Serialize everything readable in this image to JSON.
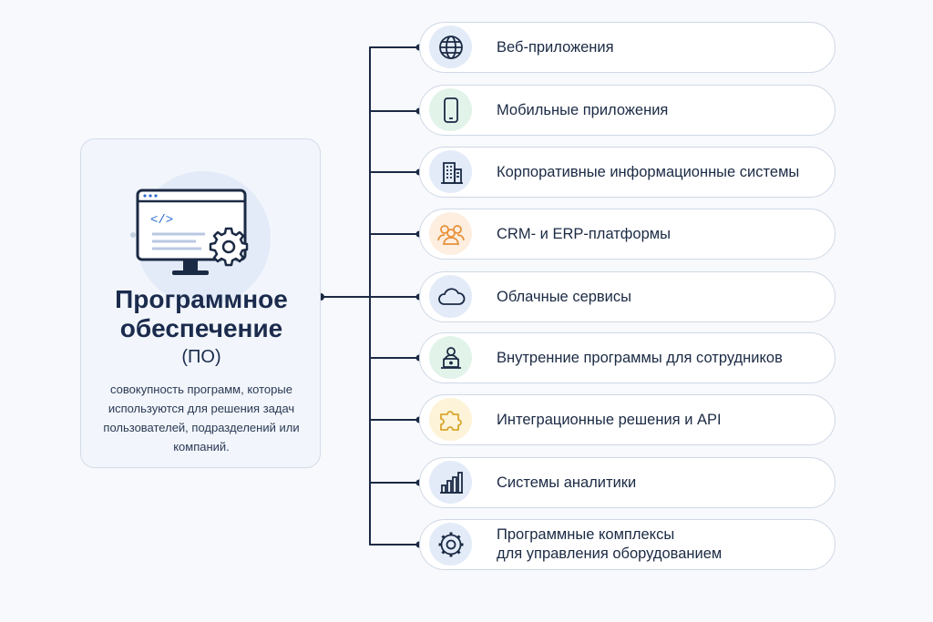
{
  "main_card": {
    "title_line1": "Программное",
    "title_line2": "обеспечение",
    "abbreviation": "(ПО)",
    "description": "совокупность программ, которые используются для решения задач пользователей, подразделений или компаний.",
    "icon": "monitor-code-gear-icon"
  },
  "items": [
    {
      "label": "Веб-приложения",
      "icon": "globe-icon",
      "color": "#e3ebf8"
    },
    {
      "label": "Мобильные приложения",
      "icon": "smartphone-icon",
      "color": "#e2f3ea"
    },
    {
      "label": "Корпоративные информационные системы",
      "icon": "building-icon",
      "color": "#e3ebf8"
    },
    {
      "label": "CRM- и ERP-платформы",
      "icon": "users-icon",
      "color": "#fdeee0"
    },
    {
      "label": "Облачные сервисы",
      "icon": "cloud-icon",
      "color": "#e3ebf8"
    },
    {
      "label": "Внутренние программы для сотрудников",
      "icon": "employee-laptop-icon",
      "color": "#e2f3ea"
    },
    {
      "label": "Интеграционные решения и API",
      "icon": "puzzle-icon",
      "color": "#fdf3d8"
    },
    {
      "label": "Системы аналитики",
      "icon": "bar-chart-icon",
      "color": "#e3ebf8"
    },
    {
      "label": "Программные комплексы\nдля управления оборудованием",
      "icon": "gear-icon",
      "color": "#e3ebf8"
    }
  ],
  "colors": {
    "line": "#1b2a44",
    "accent_blue": "#2f6fd0",
    "accent_orange": "#e8913a",
    "accent_yellow": "#d9a62c",
    "accent_green": "#3c8d5e"
  }
}
